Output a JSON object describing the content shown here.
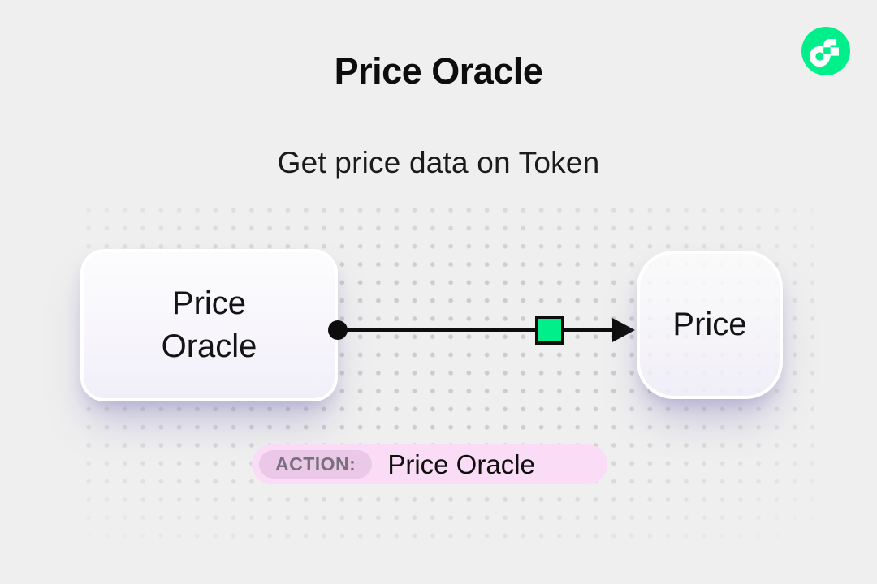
{
  "header": {
    "title": "Price Oracle",
    "subtitle": "Get price data on Token"
  },
  "brand": {
    "logo": "flow-logo"
  },
  "diagram": {
    "source_node": {
      "label": "Price Oracle"
    },
    "target_node": {
      "label": "Price"
    },
    "connector": {
      "from": "Price Oracle",
      "to": "Price",
      "marker": "green-square"
    }
  },
  "action_badge": {
    "label": "ACTION:",
    "value": "Price Oracle"
  },
  "colors": {
    "background": "#EFEFEF",
    "accent_green": "#00EF8B",
    "connector_black": "#0d0d0d",
    "badge_pink": "#FADCF7",
    "badge_label_pink": "#ECC8E8",
    "badge_label_text": "#77717D",
    "dot_grid": "#CCCCCC"
  }
}
